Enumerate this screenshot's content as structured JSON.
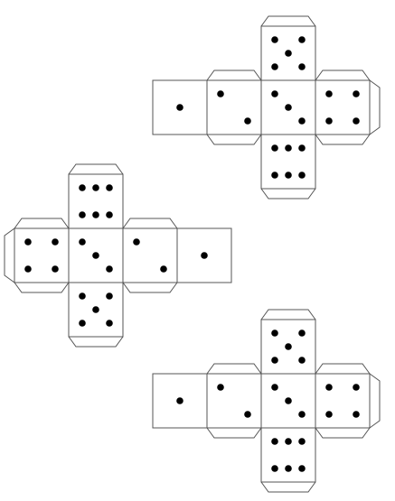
{
  "colors": {
    "outline": "#555555",
    "pip": "#000000",
    "background": "#ffffff"
  },
  "nets": [
    {
      "name": "die-net-top",
      "faces": [
        {
          "id": "top",
          "pips": 5
        },
        {
          "id": "far-left",
          "pips": 1
        },
        {
          "id": "left",
          "pips": 2
        },
        {
          "id": "center",
          "pips": 3
        },
        {
          "id": "right",
          "pips": 4
        },
        {
          "id": "bottom",
          "pips": 6
        }
      ]
    },
    {
      "name": "die-net-middle",
      "faces": [
        {
          "id": "top",
          "pips": 6
        },
        {
          "id": "left",
          "pips": 4
        },
        {
          "id": "center",
          "pips": 3
        },
        {
          "id": "right",
          "pips": 2
        },
        {
          "id": "far-right",
          "pips": 1
        },
        {
          "id": "bottom",
          "pips": 5
        }
      ]
    },
    {
      "name": "die-net-bottom",
      "faces": [
        {
          "id": "top",
          "pips": 5
        },
        {
          "id": "far-left",
          "pips": 1
        },
        {
          "id": "left",
          "pips": 2
        },
        {
          "id": "center",
          "pips": 3
        },
        {
          "id": "right",
          "pips": 4
        },
        {
          "id": "bottom",
          "pips": 6
        }
      ]
    }
  ]
}
